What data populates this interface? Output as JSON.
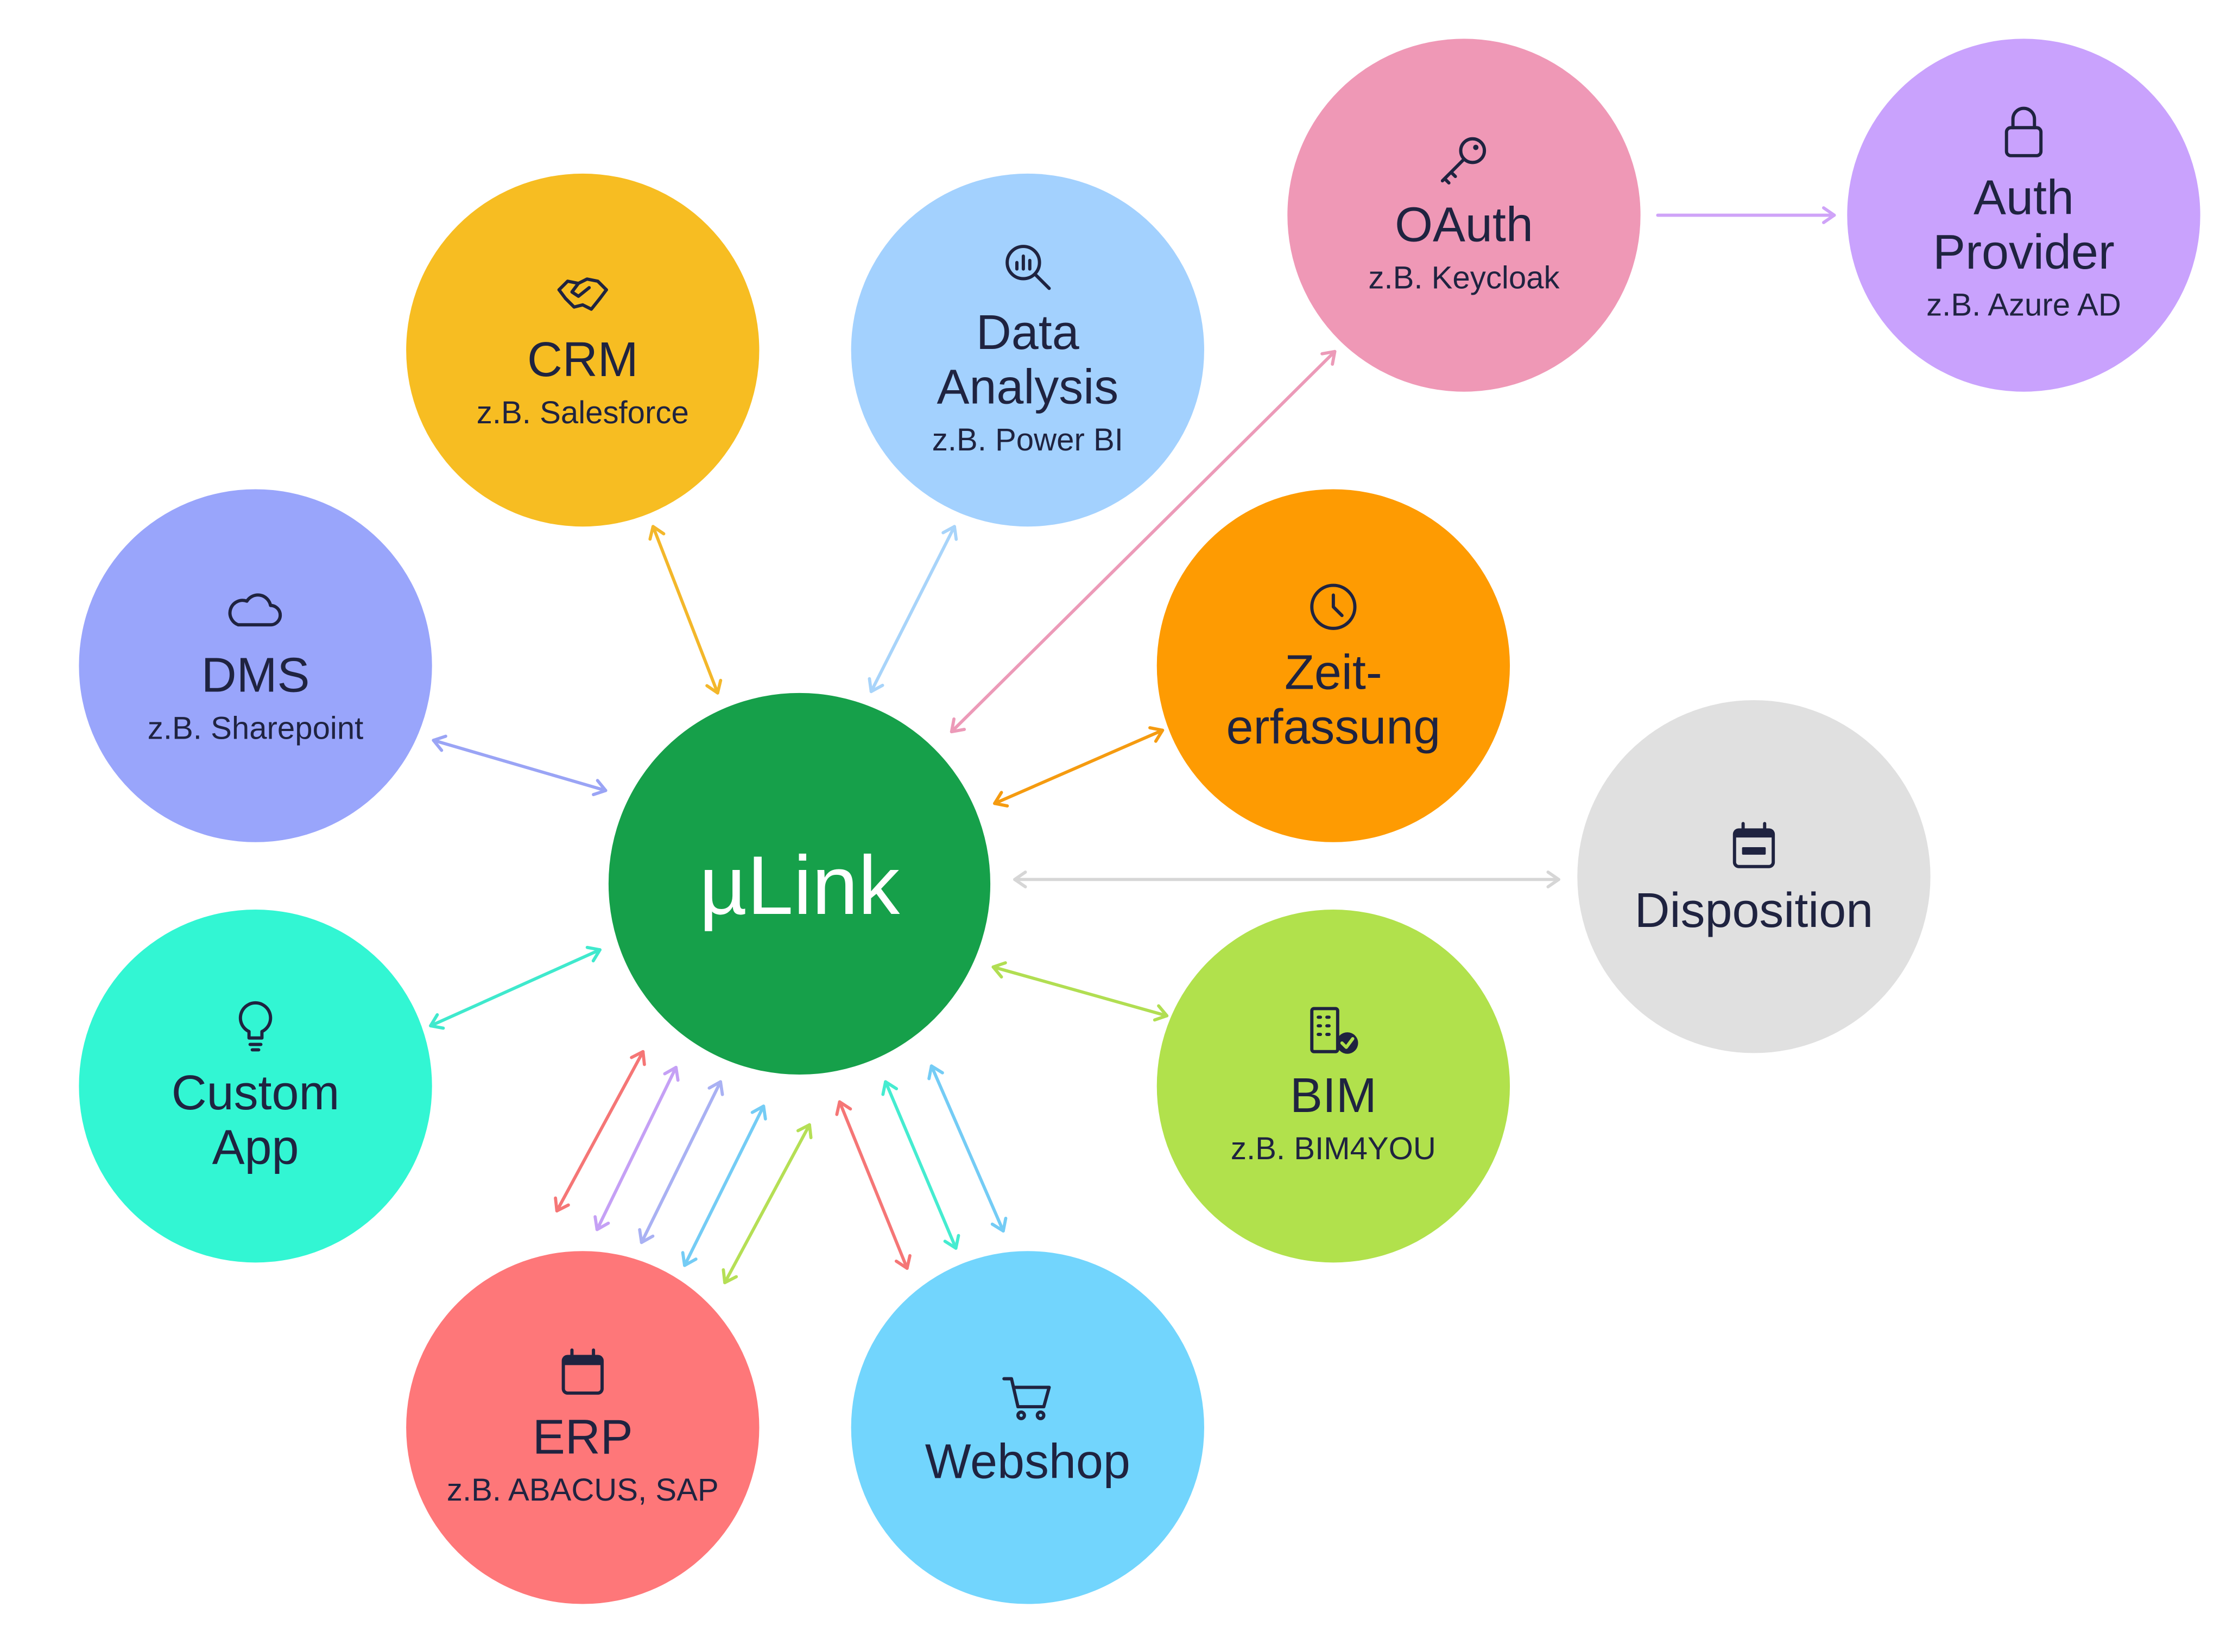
{
  "hub": {
    "label": "µLink",
    "color": "#16a04a"
  },
  "nodes": {
    "crm": {
      "title": [
        "CRM"
      ],
      "subtitle": "z.B. Salesforce",
      "color": "#f7bd22",
      "icon": "handshake-icon"
    },
    "data": {
      "title": [
        "Data",
        "Analysis"
      ],
      "subtitle": "z.B. Power BI",
      "color": "#a3d1fe",
      "icon": "magnifier-chart-icon"
    },
    "oauth": {
      "title": [
        "OAuth"
      ],
      "subtitle": "z.B. Keycloak",
      "color": "#ef98b6",
      "icon": "key-icon"
    },
    "auth": {
      "title": [
        "Auth",
        "Provider"
      ],
      "subtitle": "z.B. Azure AD",
      "color": "#c9a2fd",
      "icon": "lock-icon"
    },
    "dms": {
      "title": [
        "DMS"
      ],
      "subtitle": "z.B. Sharepoint",
      "color": "#99a5fb",
      "icon": "cloud-icon"
    },
    "zeit": {
      "title": [
        "Zeit-",
        "erfassung"
      ],
      "subtitle": "",
      "color": "#fe9b02",
      "icon": "clock-icon"
    },
    "disposition": {
      "title": [
        "Disposition"
      ],
      "subtitle": "",
      "color": "#e0e0e0",
      "icon": "calendar-minus-icon"
    },
    "custom": {
      "title": [
        "Custom",
        "App"
      ],
      "subtitle": "",
      "color": "#32f6d3",
      "icon": "lightbulb-icon"
    },
    "bim": {
      "title": [
        "BIM"
      ],
      "subtitle": "z.B. BIM4YOU",
      "color": "#b1e14c",
      "icon": "building-check-icon"
    },
    "erp": {
      "title": [
        "ERP"
      ],
      "subtitle": "z.B. ABACUS, SAP",
      "color": "#fe7779",
      "icon": "calendar-icon"
    },
    "webshop": {
      "title": [
        "Webshop"
      ],
      "subtitle": "",
      "color": "#72d5fd",
      "icon": "cart-icon"
    }
  },
  "connections": [
    {
      "from": "crm",
      "to": "hub",
      "color": "#f3b72a",
      "bidirectional": true
    },
    {
      "from": "data",
      "to": "hub",
      "color": "#a8d4fa",
      "bidirectional": true
    },
    {
      "from": "oauth",
      "to": "hub",
      "color": "#ec9ab8",
      "bidirectional": true
    },
    {
      "from": "oauth",
      "to": "auth",
      "color": "#cfa3f8",
      "bidirectional": false
    },
    {
      "from": "dms",
      "to": "hub",
      "color": "#9aa4f5",
      "bidirectional": true
    },
    {
      "from": "zeit",
      "to": "hub",
      "color": "#f59b10",
      "bidirectional": true
    },
    {
      "from": "disposition",
      "to": "hub",
      "color": "#d6d6d6",
      "bidirectional": true
    },
    {
      "from": "custom",
      "to": "hub",
      "color": "#3fe9cd",
      "bidirectional": true
    },
    {
      "from": "bim",
      "to": "hub",
      "color": "#b1de52",
      "bidirectional": true
    },
    {
      "from": "erp",
      "to": "hub",
      "color": "#f57676",
      "bidirectional": true
    },
    {
      "from": "erp",
      "to": "hub",
      "color": "#c5a0f5",
      "bidirectional": true
    },
    {
      "from": "erp",
      "to": "hub",
      "color": "#a9b1f3",
      "bidirectional": true
    },
    {
      "from": "erp",
      "to": "hub",
      "color": "#74ccf5",
      "bidirectional": true
    },
    {
      "from": "erp",
      "to": "hub",
      "color": "#b5df55",
      "bidirectional": true
    },
    {
      "from": "webshop",
      "to": "hub",
      "color": "#f57676",
      "bidirectional": true
    },
    {
      "from": "webshop",
      "to": "hub",
      "color": "#45ecd0",
      "bidirectional": true
    },
    {
      "from": "webshop",
      "to": "hub",
      "color": "#74ccf5",
      "bidirectional": true
    }
  ]
}
